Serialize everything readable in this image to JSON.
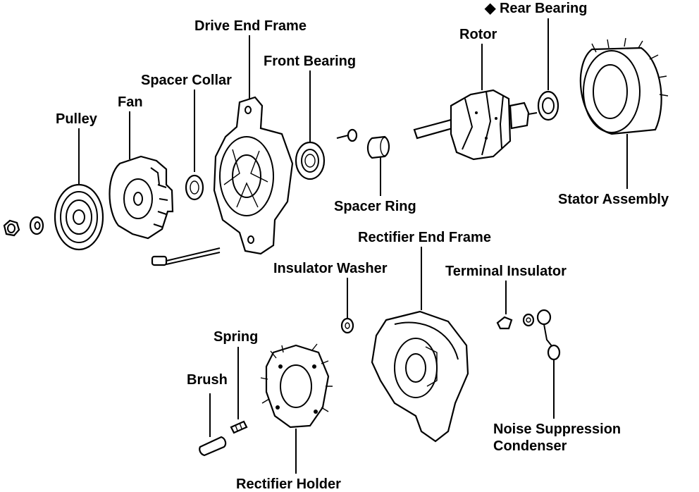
{
  "labels": {
    "pulley": "Pulley",
    "fan": "Fan",
    "spacer_collar": "Spacer Collar",
    "drive_end_frame": "Drive End Frame",
    "front_bearing": "Front Bearing",
    "spacer_ring": "Spacer Ring",
    "rotor": "Rotor",
    "rear_bearing": "Rear Bearing",
    "rear_bearing_marker": "◆",
    "stator_assembly": "Stator Assembly",
    "rectifier_end_frame": "Rectifier End Frame",
    "insulator_washer": "Insulator Washer",
    "terminal_insulator": "Terminal Insulator",
    "spring": "Spring",
    "brush": "Brush",
    "rectifier_holder": "Rectifier Holder",
    "noise_suppression_line1": "Noise Suppression",
    "noise_suppression_line2": "Condenser"
  }
}
